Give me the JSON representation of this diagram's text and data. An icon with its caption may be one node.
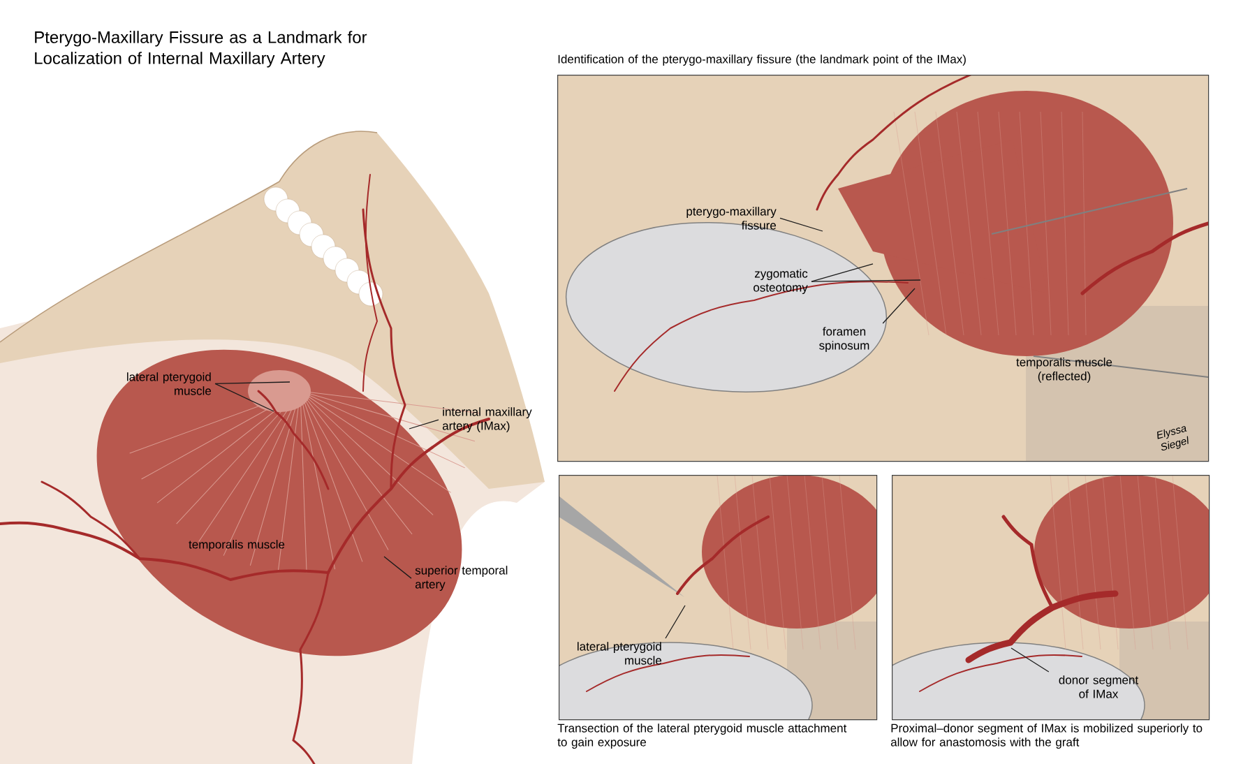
{
  "diagram": {
    "title": "Pterygo-Maxillary Fissure as a Landmark for Localization of Internal Maxillary Artery",
    "nodes": [
      {
        "text": [
          "lateral pterygoid muscle"
        ]
      },
      {
        "text": [
          "internal maxillary artery (IMax)"
        ]
      },
      {
        "text": [
          "superior temporal artery"
        ]
      },
      {
        "text": [],
        "shape": "picture",
        "beside": [
          "Identification of the pterygo-maxillary fissure (the landmark point of the IMax)"
        ]
      },
      {
        "text": [
          "pterygo-maxillary fissure"
        ],
        "in": 3
      },
      {
        "text": [
          "zygomatic osteotomy"
        ],
        "in": 3
      },
      {
        "text": [
          "foramen spinosum"
        ],
        "in": 3
      },
      {
        "text": [],
        "shape": "picture",
        "beside": [
          "Transection of the lateral pterygoid muscle attachment to gain exposure"
        ]
      },
      {
        "text": [
          "lateral pterygoid muscle"
        ],
        "in": 7
      },
      {
        "text": [],
        "shape": "picture",
        "beside": [
          "Proximal–donor segment of IMax is mobilized superiorly to allow for anastomosis with the graft"
        ]
      },
      {
        "text": [
          "donor segment of IMax"
        ],
        "in": 9
      }
    ],
    "edges": [
      {
        "from": 0,
        "to": null,
        "arrow": "none"
      },
      {
        "from": 0,
        "to": null,
        "arrow": "none"
      },
      {
        "from": 1,
        "to": null,
        "arrow": "none"
      },
      {
        "from": 2,
        "to": null,
        "arrow": "none"
      },
      {
        "from": 4,
        "to": null,
        "arrow": "none"
      },
      {
        "from": 5,
        "to": null,
        "arrow": "none"
      },
      {
        "from": 5,
        "to": null,
        "arrow": "none"
      },
      {
        "from": 6,
        "to": null,
        "arrow": "none"
      },
      {
        "from": 8,
        "to": null,
        "arrow": "none"
      },
      {
        "from": 10,
        "to": null,
        "arrow": "none"
      }
    ],
    "labels": [
      "temporalis muscle",
      "temporalis muscle (reflected)",
      "Elyssa Siegel"
    ]
  }
}
